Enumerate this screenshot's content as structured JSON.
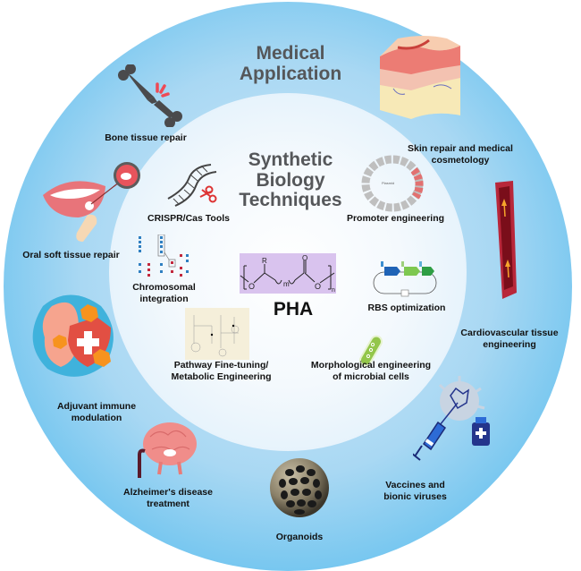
{
  "outer_ring": {
    "title": "Medical Application",
    "title_lines": [
      "Medical",
      "Application"
    ],
    "items": [
      {
        "label": "Bone tissue repair",
        "icon": "broken-bone-icon"
      },
      {
        "label_lines": [
          "Skin repair and medical",
          "cosmetology"
        ],
        "icon": "skin-layers-icon"
      },
      {
        "label": "Oral soft tissue repair",
        "icon": "mouth-ulcer-icon"
      },
      {
        "label_lines": [
          "Cardiovascular tissue",
          "engineering"
        ],
        "icon": "blood-vessel-icon"
      },
      {
        "label_lines": [
          "Adjuvant immune",
          "modulation"
        ],
        "icon": "immune-shield-icon"
      },
      {
        "label_lines": [
          "Vaccines and",
          "bionic viruses"
        ],
        "icon": "vaccine-syringe-icon"
      },
      {
        "label_lines": [
          "Alzheimer's disease",
          "treatment"
        ],
        "icon": "brain-icon"
      },
      {
        "label": "Organoids",
        "icon": "organoid-sphere-icon"
      }
    ]
  },
  "inner_ring": {
    "title_lines": [
      "Synthetic",
      "Biology",
      "Techniques"
    ],
    "items": [
      {
        "label": "CRISPR/Cas Tools",
        "icon": "dna-scissors-icon"
      },
      {
        "label": "Promoter engineering",
        "icon": "plasmid-dna-icon"
      },
      {
        "label_lines": [
          "Chromosomal",
          "integration"
        ],
        "icon": "chromosome-icon"
      },
      {
        "label": "RBS optimization",
        "icon": "gene-circuit-icon"
      },
      {
        "label_lines": [
          "Pathway Fine-tuning/",
          "Metabolic Engineering"
        ],
        "icon": "metabolic-pathway-icon"
      },
      {
        "label_lines": [
          "Morphological engineering",
          "of microbial cells"
        ],
        "icon": "bacterium-icon"
      }
    ]
  },
  "center": {
    "label": "PHA",
    "structure": {
      "substituent": "R",
      "repeat_m": "m",
      "repeat_n": "n",
      "oxygen": "O"
    }
  },
  "colors": {
    "outer_ring": "#4fb6ec",
    "inner_circle": "#f4f9fd",
    "title_text": "#55575a",
    "structure_bg": "#d9c3ee"
  }
}
